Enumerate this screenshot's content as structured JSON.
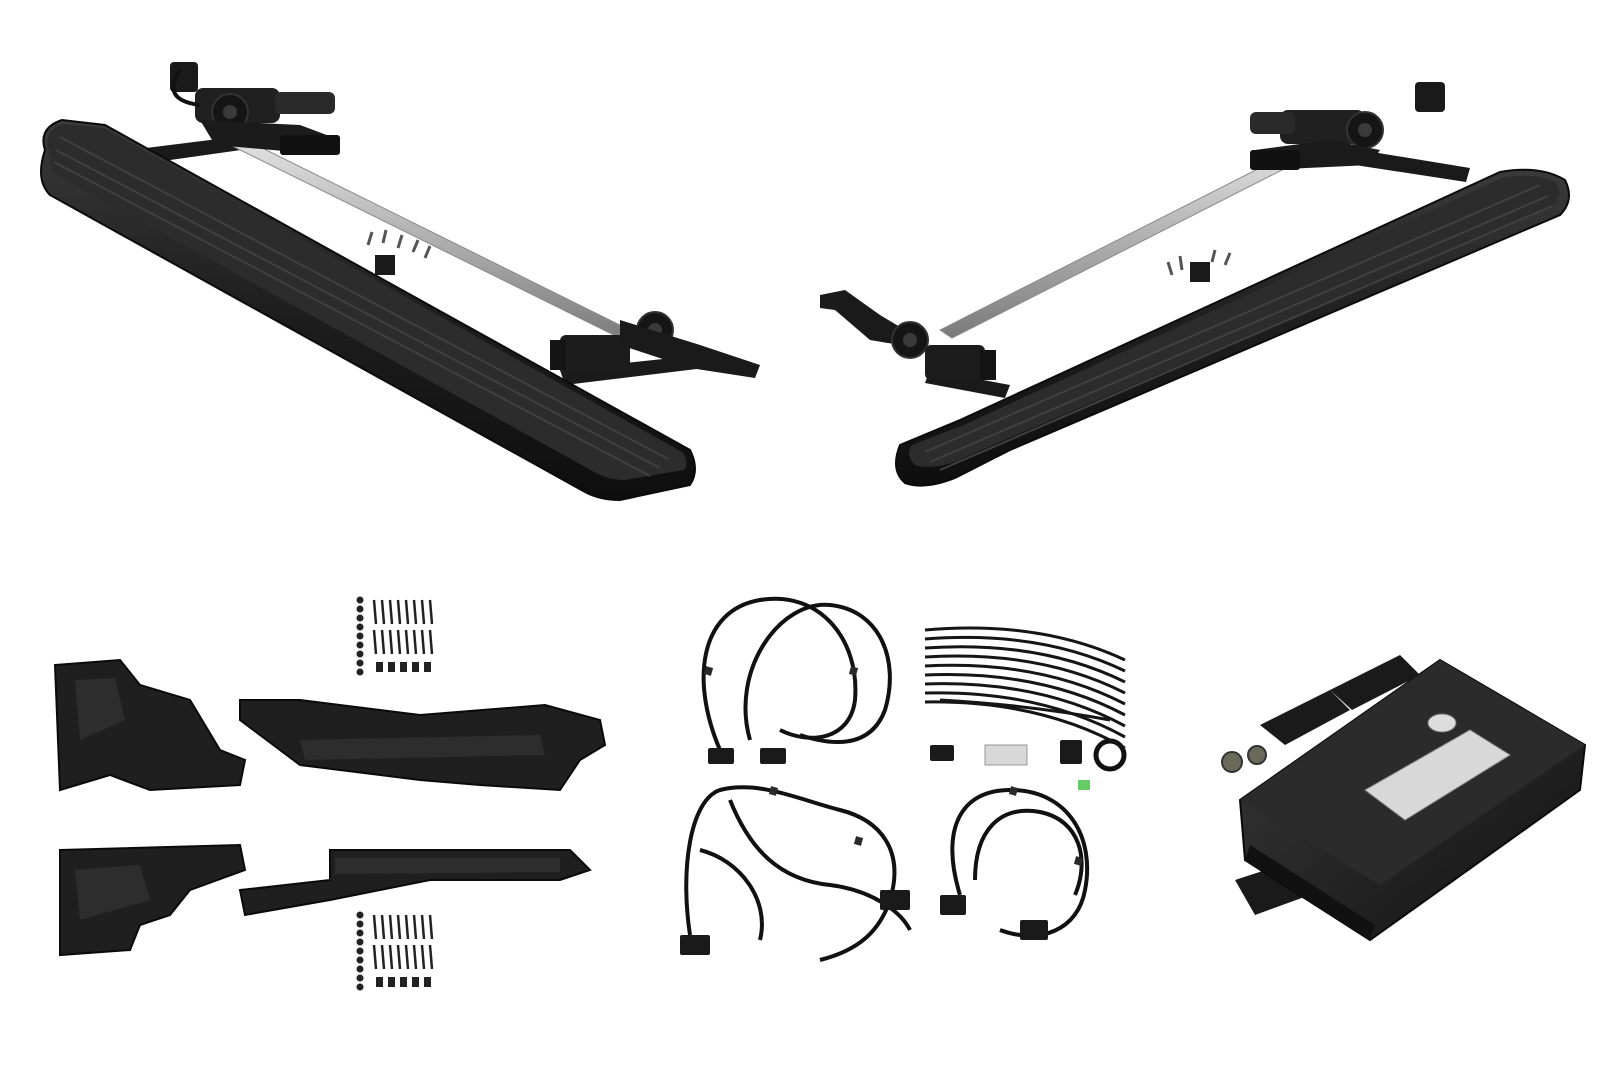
{
  "scene": {
    "background": "#ffffff",
    "colors": {
      "board": "#1f1f1f",
      "board_edge": "#0c0c0c",
      "groove": "#383838",
      "rail": "#b9b9b9",
      "rail_edge": "#8a8a8a",
      "bracket": "#181818",
      "hardware": "#2a2a2a",
      "label": "#d8d8d8",
      "fuse": "#66cc66"
    },
    "items": [
      {
        "id": "deployable-side-step-left",
        "icon": "running-board-icon"
      },
      {
        "id": "deployable-side-step-right",
        "icon": "running-board-icon"
      },
      {
        "id": "mounting-bracket-set",
        "icon": "bracket-icon"
      },
      {
        "id": "fastener-kit-top",
        "icon": "fastener-icon"
      },
      {
        "id": "fastener-kit-bottom",
        "icon": "fastener-icon"
      },
      {
        "id": "wiring-harness-set",
        "icon": "wiring-harness-icon"
      },
      {
        "id": "cable-ties",
        "icon": "cable-tie-icon"
      },
      {
        "id": "control-module",
        "icon": "control-module-icon"
      }
    ]
  }
}
